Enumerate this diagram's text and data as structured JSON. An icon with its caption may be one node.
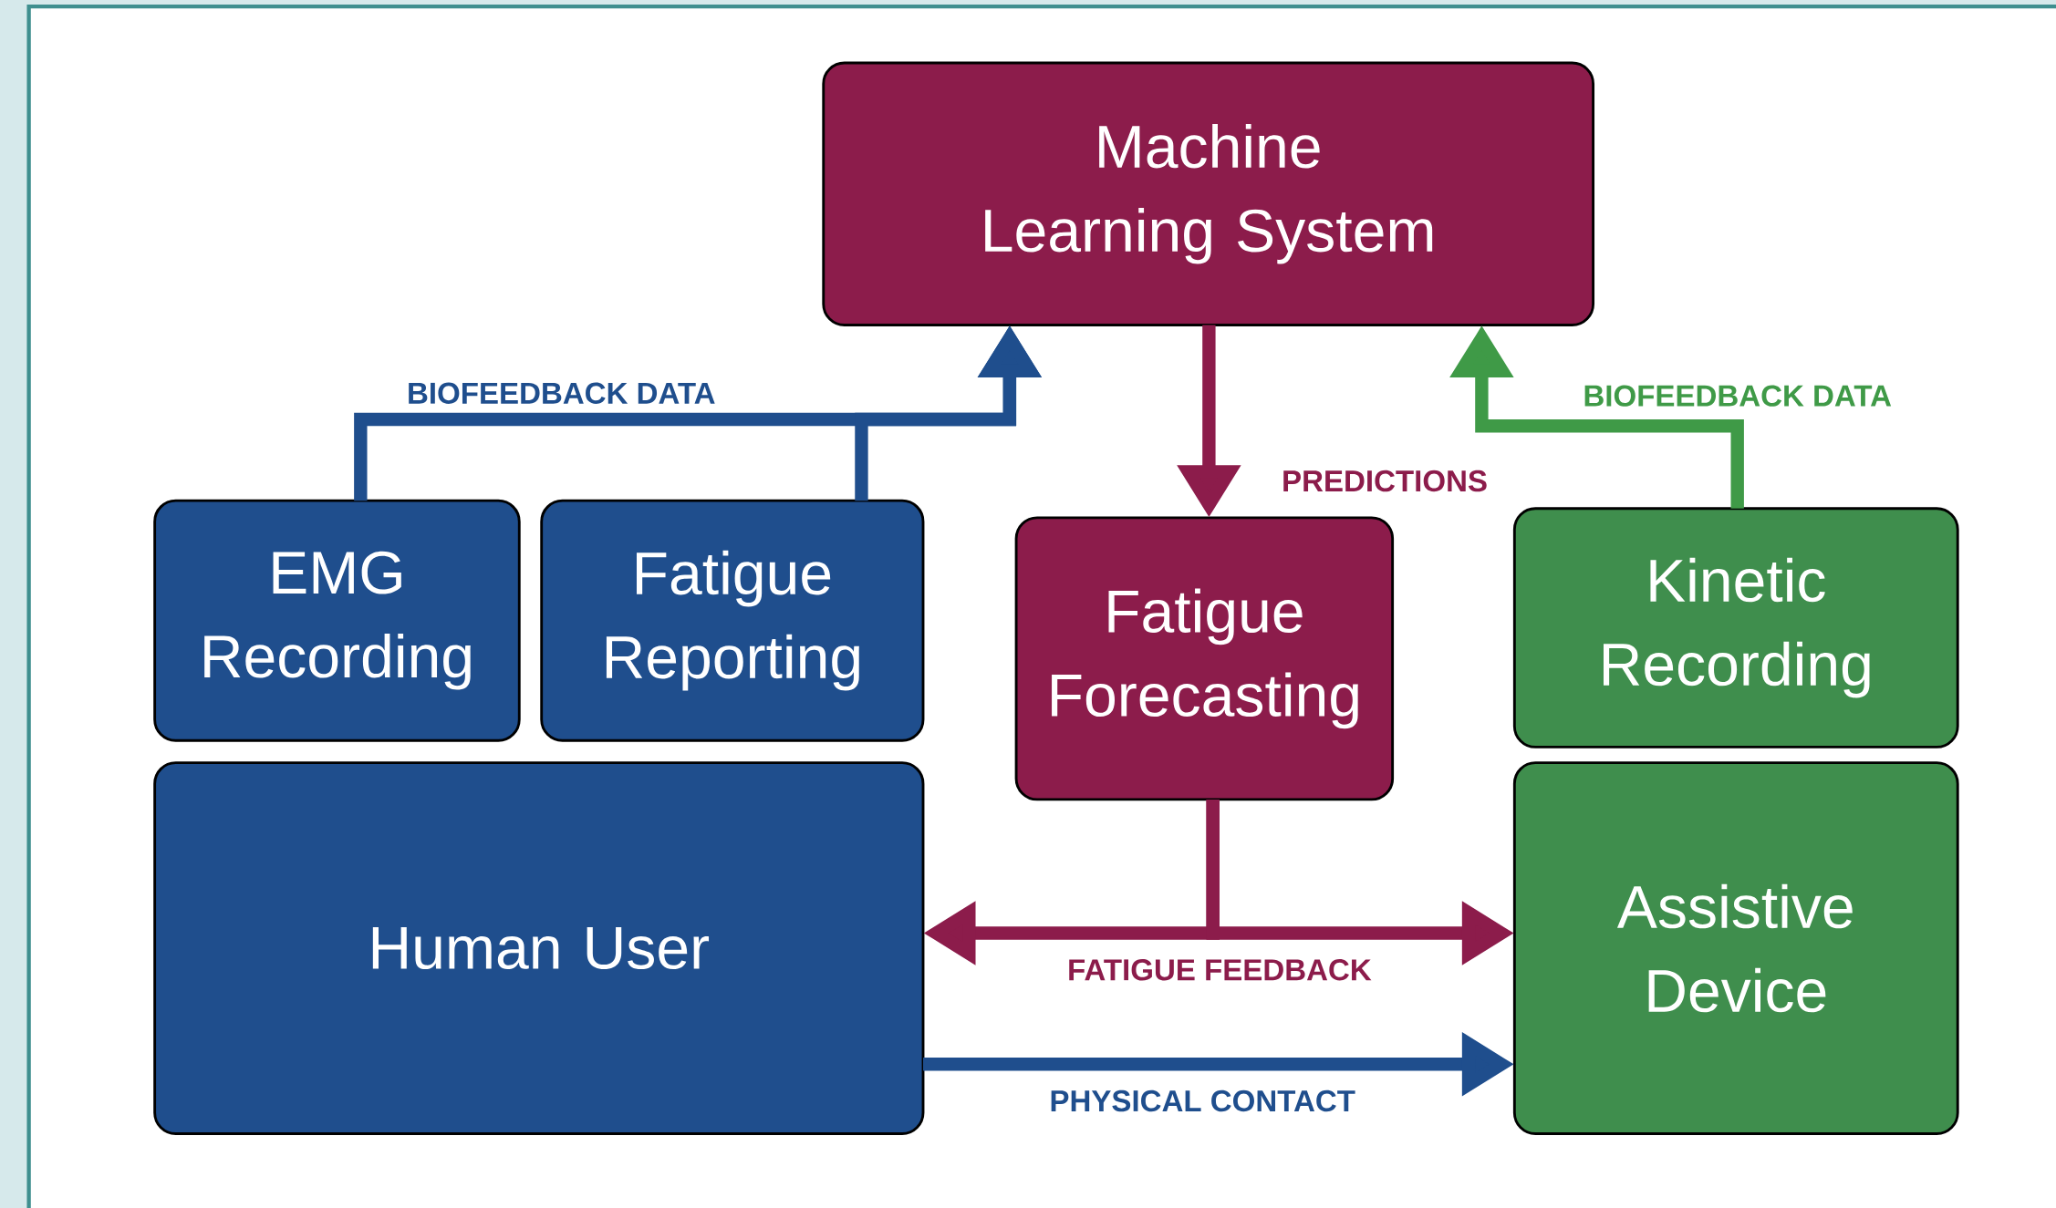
{
  "diagram": {
    "nodes": [
      {
        "text": [
          "Machine Learning System"
        ]
      },
      {
        "text": [
          "EMG Recording"
        ]
      },
      {
        "text": [
          "Fatigue Reporting"
        ]
      },
      {
        "text": [
          "Fatigue Forecasting"
        ]
      },
      {
        "text": [
          "Kinetic Recording"
        ]
      },
      {
        "text": [
          "Human User"
        ]
      },
      {
        "text": [
          "Assistive Device"
        ]
      }
    ],
    "edges": [
      {
        "from": 1,
        "to": 0,
        "arrow": "to",
        "label": "BIOFEEDBACK DATA",
        "color": "#1f4e8d"
      },
      {
        "from": 2,
        "to": 0,
        "arrow": "to",
        "color": "#1f4e8d"
      },
      {
        "from": 0,
        "to": 3,
        "arrow": "to",
        "label": "PREDICTIONS",
        "color": "#8c1c4b"
      },
      {
        "from": 4,
        "to": 0,
        "arrow": "to",
        "label": "BIOFEEDBACK DATA",
        "color": "#3f9a47"
      },
      {
        "from": 3,
        "to": 5,
        "arrow": "to",
        "label": "FATIGUE FEEDBACK",
        "color": "#8c1c4b"
      },
      {
        "from": 3,
        "to": 6,
        "arrow": "to",
        "color": "#8c1c4b"
      },
      {
        "from": 5,
        "to": 6,
        "arrow": "to",
        "label": "PHYSICAL CONTACT",
        "color": "#1f4e8d"
      }
    ]
  }
}
